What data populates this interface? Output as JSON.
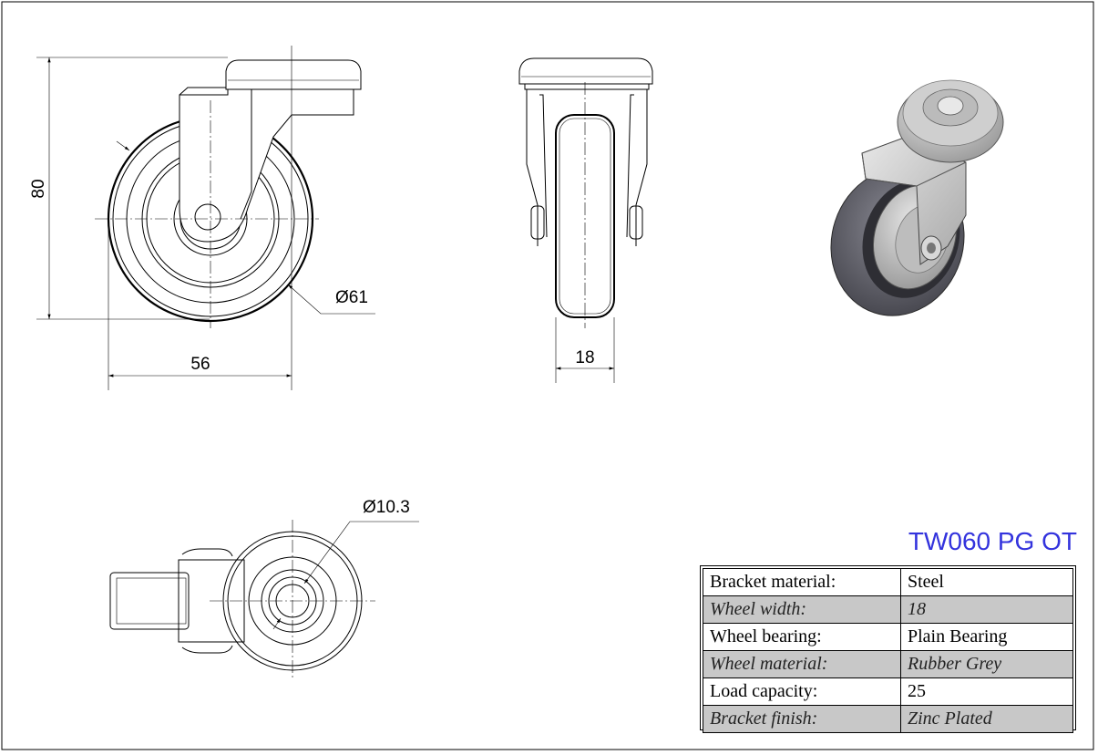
{
  "title": "TW060 PG OT",
  "dimensions": {
    "height": "80",
    "width": "56",
    "wheel_diameter": "Ø61",
    "wheel_width": "18",
    "bolt_hole": "Ø10.3"
  },
  "specs": [
    {
      "label": "Bracket material:",
      "value": "Steel"
    },
    {
      "label": "Wheel width:",
      "value": "18"
    },
    {
      "label": "Wheel bearing:",
      "value": "Plain Bearing"
    },
    {
      "label": "Wheel material:",
      "value": "Rubber Grey"
    },
    {
      "label": "Load capacity:",
      "value": "25"
    },
    {
      "label": "Bracket finish:",
      "value": "Zinc Plated"
    }
  ],
  "colors": {
    "title": "#3333dd",
    "row_shade": "#c8c8c8",
    "wheel_render": "#6e6e78",
    "bracket_render": "#c2c2c2"
  }
}
